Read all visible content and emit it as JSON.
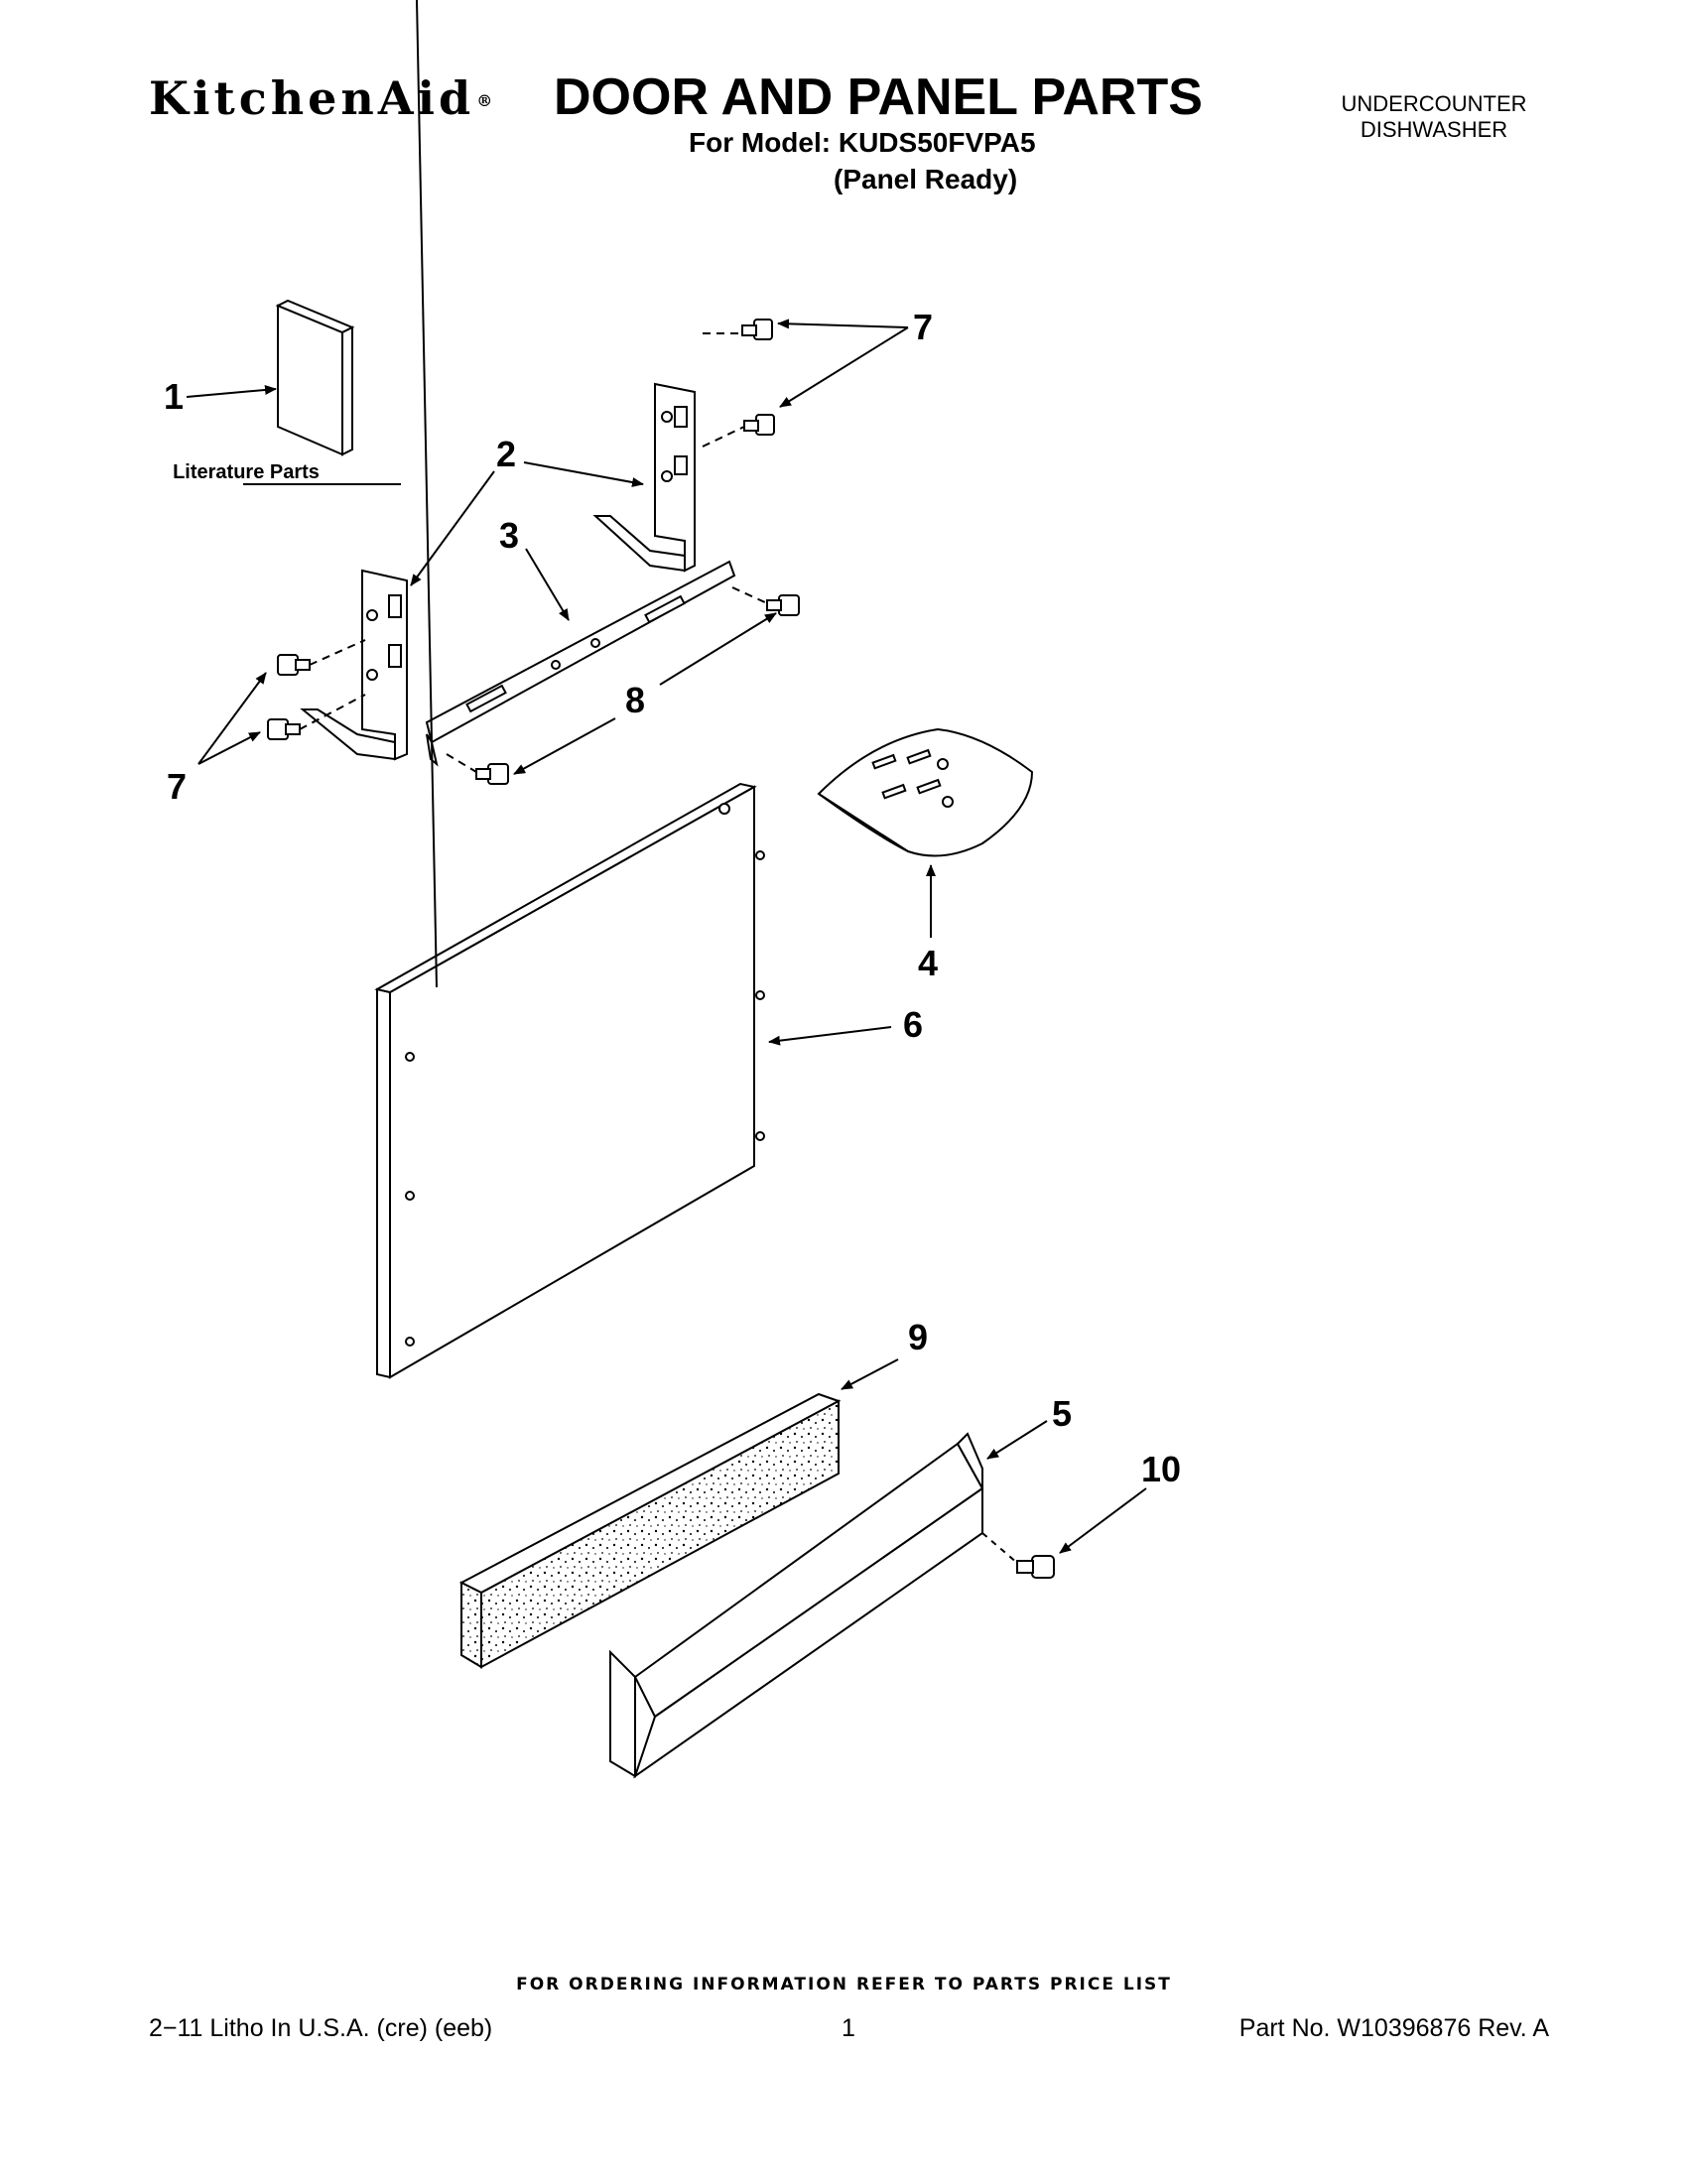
{
  "header": {
    "brand": "KitchenAid",
    "brand_mark": "®",
    "title": "DOOR AND PANEL PARTS",
    "model_line": "For Model: KUDS50FVPA5",
    "variant": "(Panel Ready)",
    "appliance_line1": "UNDERCOUNTER",
    "appliance_line2": "DISHWASHER"
  },
  "diagram": {
    "literature_label": "Literature Parts",
    "callouts": [
      {
        "id": "c1",
        "text": "1"
      },
      {
        "id": "c2",
        "text": "2"
      },
      {
        "id": "c3",
        "text": "3"
      },
      {
        "id": "c4",
        "text": "4"
      },
      {
        "id": "c5",
        "text": "5"
      },
      {
        "id": "c6",
        "text": "6"
      },
      {
        "id": "c7a",
        "text": "7"
      },
      {
        "id": "c7b",
        "text": "7"
      },
      {
        "id": "c8",
        "text": "8"
      },
      {
        "id": "c9",
        "text": "9"
      },
      {
        "id": "c10",
        "text": "10"
      }
    ]
  },
  "footer": {
    "ordering": "FOR ORDERING INFORMATION REFER TO PARTS PRICE LIST",
    "litho": "2−11 Litho In U.S.A. (cre) (eeb)",
    "page": "1",
    "part_no": "Part No. W10396876 Rev. A"
  }
}
